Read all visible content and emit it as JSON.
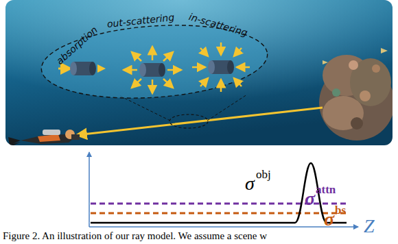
{
  "diagram": {
    "caption": "Figure 2. An illustration of our ray model. We assume a scene w",
    "labels": [
      "absorption",
      "out-scattering",
      "in-scattering",
      "σ",
      "obj",
      "σ",
      "attn",
      "σ",
      "bs",
      "Z"
    ]
  }
}
